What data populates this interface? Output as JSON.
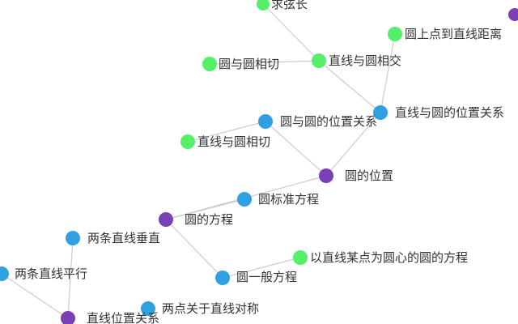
{
  "colors": {
    "purple": "#7b3fb5",
    "blue": "#2fa0e0",
    "green": "#55ef6a",
    "edge": "#cccccc",
    "label": "#333333"
  },
  "nodes": [
    {
      "id": "n1",
      "label": "求弦长",
      "color": "green"
    },
    {
      "id": "n2",
      "label": "圆上点到直线距离",
      "color": "green"
    },
    {
      "id": "n3",
      "label": "",
      "color": "purple"
    },
    {
      "id": "n4",
      "label": "圆与圆相切",
      "color": "green"
    },
    {
      "id": "n5",
      "label": "直线与圆相交",
      "color": "green"
    },
    {
      "id": "n6",
      "label": "直线与圆的位置关系",
      "color": "blue"
    },
    {
      "id": "n7",
      "label": "圆与圆的位置关系",
      "color": "blue"
    },
    {
      "id": "n8",
      "label": "直线与圆相切",
      "color": "green"
    },
    {
      "id": "n9",
      "label": "圆的位置",
      "color": "purple"
    },
    {
      "id": "n10",
      "label": "圆标准方程",
      "color": "blue"
    },
    {
      "id": "n11",
      "label": "圆的方程",
      "color": "purple"
    },
    {
      "id": "n12",
      "label": "两条直线垂直",
      "color": "blue"
    },
    {
      "id": "n13",
      "label": "以直线某点为圆心的圆的方程",
      "color": "green"
    },
    {
      "id": "n14",
      "label": "两条直线平行",
      "color": "blue"
    },
    {
      "id": "n15",
      "label": "圆一般方程",
      "color": "blue"
    },
    {
      "id": "n16",
      "label": "两点关于直线对称",
      "color": "blue"
    },
    {
      "id": "n17",
      "label": "直线位置关系",
      "color": "purple"
    }
  ],
  "edges": [
    [
      "n1",
      "n5"
    ],
    [
      "n4",
      "n5"
    ],
    [
      "n5",
      "n6"
    ],
    [
      "n2",
      "n6"
    ],
    [
      "n6",
      "n9"
    ],
    [
      "n7",
      "n9"
    ],
    [
      "n8",
      "n7"
    ],
    [
      "n9",
      "n11"
    ],
    [
      "n10",
      "n11"
    ],
    [
      "n11",
      "n15"
    ],
    [
      "n15",
      "n13"
    ],
    [
      "n12",
      "n17"
    ],
    [
      "n14",
      "n17"
    ]
  ]
}
